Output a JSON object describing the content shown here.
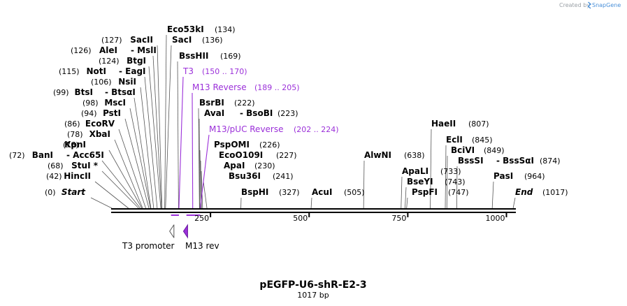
{
  "credit": {
    "text": "Created by",
    "brand": "SnapGene"
  },
  "plasmid": {
    "name": "pEGFP-U6-shR-E2-3",
    "length_label": "1017 bp",
    "length": 1017
  },
  "ruler": {
    "ticks": [
      250,
      500,
      750,
      1000
    ]
  },
  "sites": [
    {
      "id": "start",
      "name": "Start",
      "pos": "(0)",
      "bp": 0,
      "side": "left",
      "italic": true
    },
    {
      "id": "hincii",
      "name": "HincII",
      "pos": "(42)",
      "bp": 42,
      "side": "left"
    },
    {
      "id": "stui",
      "name": "StuI *",
      "pos": "(68)",
      "bp": 68,
      "side": "left"
    },
    {
      "id": "bani",
      "name": "BanI",
      "partner": "Acc65I",
      "pos": "(72)",
      "bp": 72,
      "side": "left"
    },
    {
      "id": "kpni",
      "name": "KpnI",
      "pos": "(76)",
      "bp": 76,
      "side": "left"
    },
    {
      "id": "xbai",
      "name": "XbaI",
      "pos": "(78)",
      "bp": 78,
      "side": "left"
    },
    {
      "id": "ecorv",
      "name": "EcoRV",
      "pos": "(86)",
      "bp": 86,
      "side": "left"
    },
    {
      "id": "psti",
      "name": "PstI",
      "pos": "(94)",
      "bp": 94,
      "side": "left"
    },
    {
      "id": "msci",
      "name": "MscI",
      "pos": "(98)",
      "bp": 98,
      "side": "left"
    },
    {
      "id": "btsi",
      "name": "BtsI",
      "partner": "BtsαI",
      "pos": "(99)",
      "bp": 99,
      "side": "left"
    },
    {
      "id": "nsii",
      "name": "NsiI",
      "pos": "(106)",
      "bp": 106,
      "side": "left"
    },
    {
      "id": "noti",
      "name": "NotI",
      "partner": "EagI",
      "pos": "(115)",
      "bp": 115,
      "side": "left"
    },
    {
      "id": "btgi",
      "name": "BtgI",
      "pos": "(124)",
      "bp": 124,
      "side": "left"
    },
    {
      "id": "alei",
      "name": "AleI",
      "partner": "MslI",
      "pos": "(126)",
      "bp": 126,
      "side": "left"
    },
    {
      "id": "sacii",
      "name": "SacII",
      "pos": "(127)",
      "bp": 127,
      "side": "left"
    },
    {
      "id": "eco53ki",
      "name": "Eco53kI",
      "pos": "(134)",
      "bp": 134,
      "side": "right"
    },
    {
      "id": "saci",
      "name": "SacI",
      "pos": "(136)",
      "bp": 136,
      "side": "right"
    },
    {
      "id": "bsshii",
      "name": "BssHII",
      "pos": "(169)",
      "bp": 169,
      "side": "right"
    },
    {
      "id": "bsrbi",
      "name": "BsrBI",
      "pos": "(222)",
      "bp": 222,
      "side": "right"
    },
    {
      "id": "avai",
      "name": "AvaI",
      "partner": "BsoBI",
      "pos": "(223)",
      "bp": 223,
      "side": "right"
    },
    {
      "id": "pspomi",
      "name": "PspOMI",
      "pos": "(226)",
      "bp": 226,
      "side": "right"
    },
    {
      "id": "ecoo109i",
      "name": "EcoO109I",
      "pos": "(227)",
      "bp": 227,
      "side": "right"
    },
    {
      "id": "apai",
      "name": "ApaI",
      "pos": "(230)",
      "bp": 230,
      "side": "right"
    },
    {
      "id": "bsu36i",
      "name": "Bsu36I",
      "pos": "(241)",
      "bp": 241,
      "side": "right"
    },
    {
      "id": "bsphi",
      "name": "BspHI",
      "pos": "(327)",
      "bp": 327,
      "side": "right"
    },
    {
      "id": "acui",
      "name": "AcuI",
      "pos": "(505)",
      "bp": 505,
      "side": "right"
    },
    {
      "id": "alwni",
      "name": "AlwNI",
      "pos": "(638)",
      "bp": 638,
      "side": "right"
    },
    {
      "id": "apali",
      "name": "ApaLI",
      "pos": "(733)",
      "bp": 733,
      "side": "right"
    },
    {
      "id": "bseyi",
      "name": "BseYI",
      "pos": "(743)",
      "bp": 743,
      "side": "right"
    },
    {
      "id": "pspfi",
      "name": "PspFI",
      "pos": "(747)",
      "bp": 747,
      "side": "right"
    },
    {
      "id": "haeii",
      "name": "HaeII",
      "pos": "(807)",
      "bp": 807,
      "side": "right"
    },
    {
      "id": "ecli",
      "name": "EclI",
      "pos": "(845)",
      "bp": 845,
      "side": "right"
    },
    {
      "id": "bcivi",
      "name": "BciVI",
      "pos": "(849)",
      "bp": 849,
      "side": "right"
    },
    {
      "id": "bsssi",
      "name": "BssSI",
      "partner": "BssSαI",
      "pos": "(874)",
      "bp": 874,
      "side": "right"
    },
    {
      "id": "pasi",
      "name": "PasI",
      "pos": "(964)",
      "bp": 964,
      "side": "right"
    },
    {
      "id": "end",
      "name": "End",
      "pos": "(1017)",
      "bp": 1017,
      "side": "right",
      "italic": true
    }
  ],
  "primers": [
    {
      "id": "t3",
      "name": "T3",
      "range": "(150 .. 170)",
      "start": 150,
      "end": 170
    },
    {
      "id": "m13rev",
      "name": "M13 Reverse",
      "range": "(189 .. 205)",
      "start": 189,
      "end": 205
    },
    {
      "id": "m13puc",
      "name": "M13/pUC Reverse",
      "range": "(202 .. 224)",
      "start": 202,
      "end": 224
    }
  ],
  "features": [
    {
      "id": "t3promoter",
      "name": "T3 promoter",
      "start": 150,
      "end": 168,
      "direction": "reverse",
      "color": "#ffffff"
    },
    {
      "id": "m13revfeat",
      "name": "M13 rev",
      "start": 185,
      "end": 201,
      "direction": "reverse",
      "color": "#9b30d9"
    }
  ],
  "colors": {
    "primer": "#9b30d9",
    "backbone": "#000000",
    "credit_brand": "#4a90d9"
  }
}
